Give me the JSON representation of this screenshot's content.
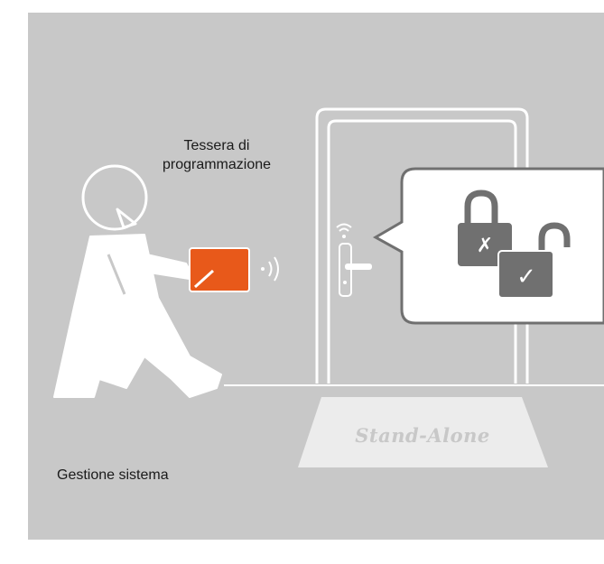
{
  "labels": {
    "card_line1": "Tessera di",
    "card_line2": "programmazione",
    "system": "Gestione sistema",
    "mat": "Stand-Alone",
    "check_mark": "✓",
    "cross_mark": "✗"
  },
  "icons": [
    "person-icon",
    "card-icon",
    "wireless-signal-icon",
    "door-icon",
    "door-handle-icon",
    "lock-closed-icon",
    "lock-open-icon"
  ],
  "colors": {
    "background": "#c8c8c8",
    "line": "#ffffff",
    "card": "#e8591a",
    "lock": "#707070"
  }
}
